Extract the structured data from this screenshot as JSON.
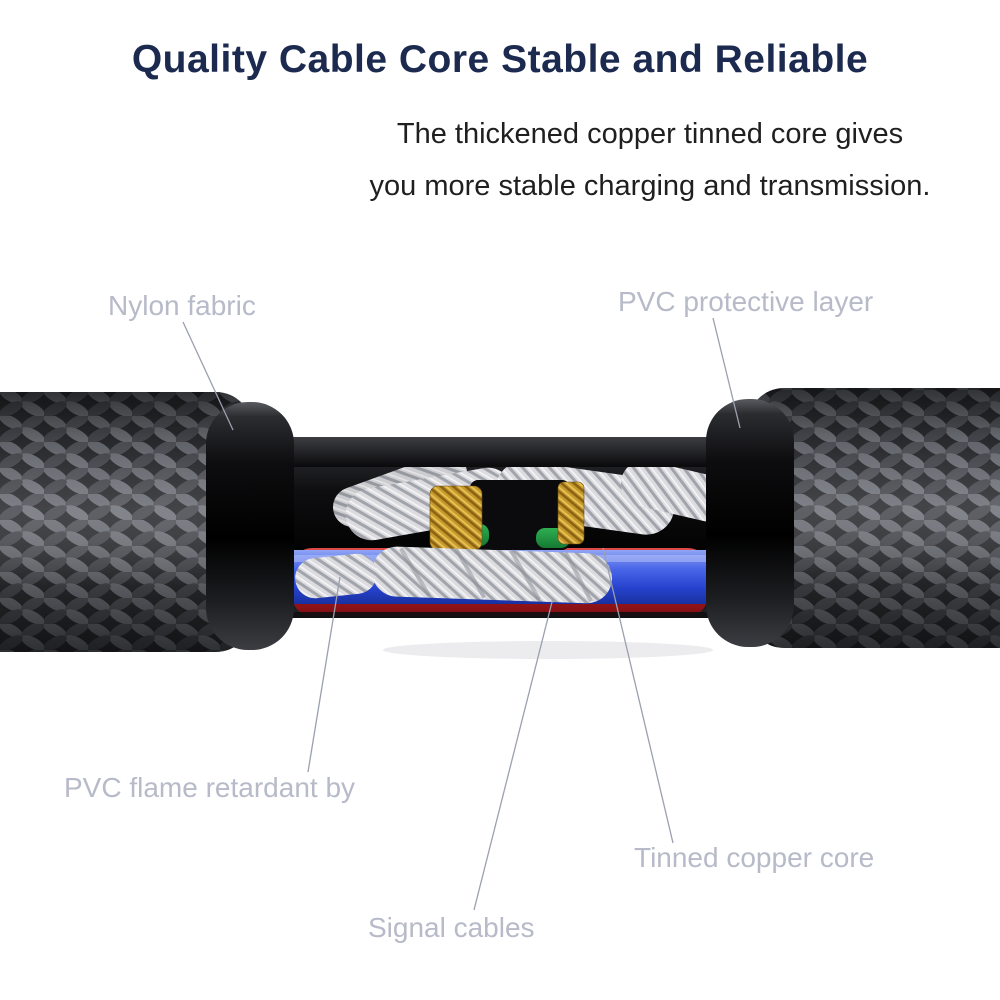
{
  "header": {
    "title": "Quality Cable Core Stable and Reliable",
    "subtitle_line1": "The thickened copper tinned core gives",
    "subtitle_line2": "you more stable charging and transmission."
  },
  "annotations": {
    "nylon_fabric": "Nylon fabric",
    "pvc_protective_layer": "PVC protective layer",
    "pvc_flame_retardant": "PVC flame retardant by",
    "tinned_copper_core": "Tinned copper core",
    "signal_cables": "Signal cables"
  },
  "colors": {
    "title": "#1b2a4e",
    "subtitle": "#1f1f1f",
    "annotation_label": "#b7bac8",
    "leader_line": "#9aa0ae",
    "braid_dark": "#2e2f33",
    "braid_light": "#6e7178",
    "sheath_black": "#0a0a0c",
    "wire_blue": "#2c49d8",
    "wire_red": "#b01c20",
    "insulation_green": "#1f8a3a",
    "shield_gold": "#c79a2d",
    "copper_strand_silver": "#dcdce0"
  }
}
